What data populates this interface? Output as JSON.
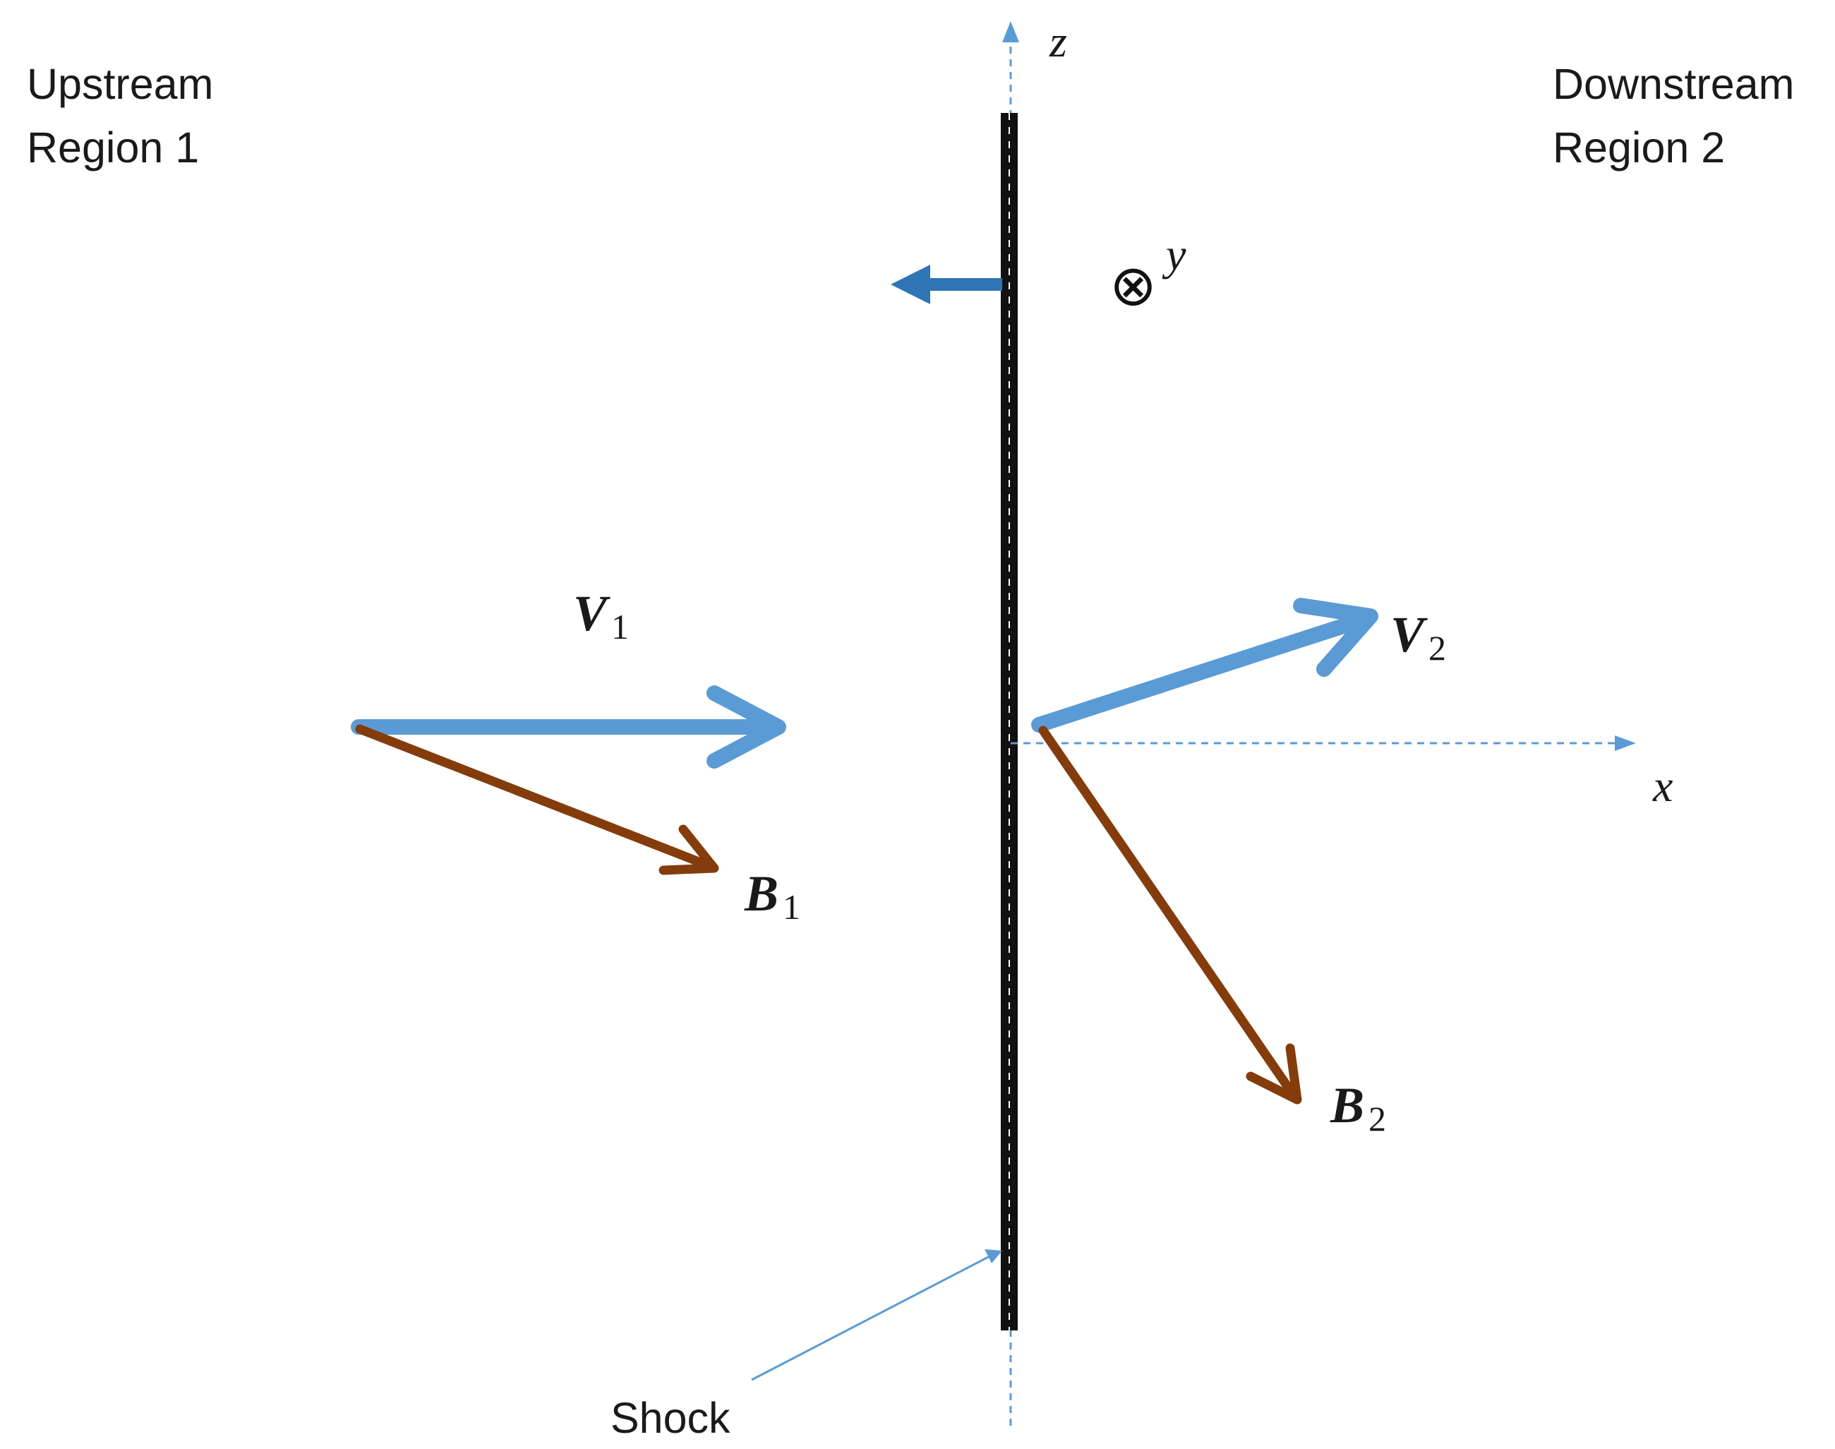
{
  "regions": {
    "upstream": {
      "line1": "Upstream",
      "line2": "Region 1"
    },
    "downstream": {
      "line1": "Downstream",
      "line2": "Region 2"
    }
  },
  "axes": {
    "x": "x",
    "y": "y",
    "z": "z",
    "y_symbol": "⊗"
  },
  "vectors": {
    "v1": {
      "symbol": "V",
      "subscript": "1"
    },
    "v2": {
      "symbol": "V",
      "subscript": "2"
    },
    "b1": {
      "symbol": "B",
      "subscript": "1"
    },
    "b2": {
      "symbol": "B",
      "subscript": "2"
    }
  },
  "shock_label": "Shock",
  "colors": {
    "velocity": "#5b9bd5",
    "field": "#843c0c",
    "shock_motion": "#2e75b6",
    "axis": "#5b9bd5",
    "shock": "#111111"
  }
}
